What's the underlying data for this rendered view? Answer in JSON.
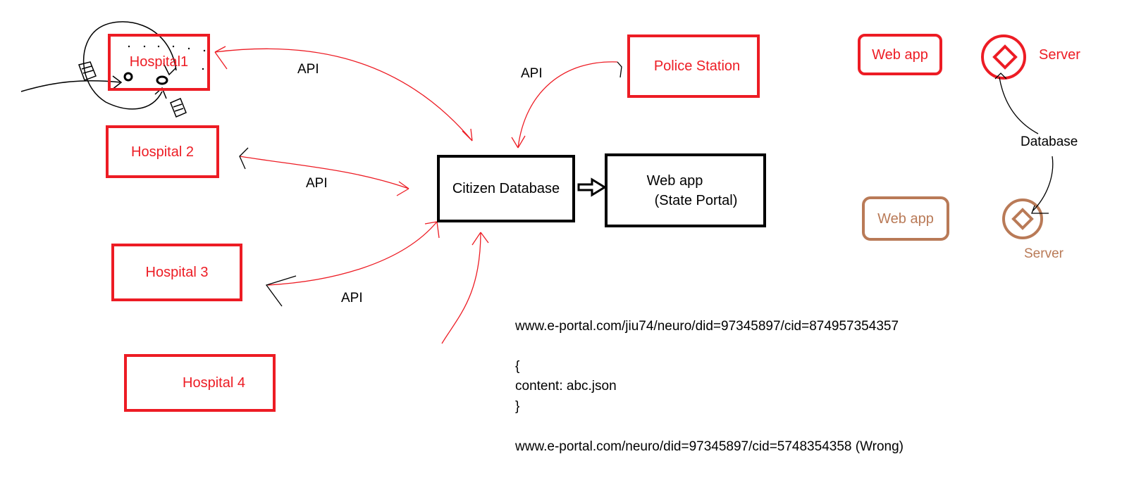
{
  "nodes": {
    "hospital1": "Hospital1",
    "hospital2": "Hospital 2",
    "hospital3": "Hospital 3",
    "hospital4": "Hospital 4",
    "police_station": "Police Station",
    "citizen_database": "Citizen Database",
    "web_app_line1": "Web app",
    "web_app_line2": "(State Portal)"
  },
  "edge_labels": {
    "api_hospital1": "API",
    "api_hospital2": "API",
    "api_hospital3": "API",
    "api_police": "API"
  },
  "legend": {
    "web_app_red": "Web app",
    "server_red": "Server",
    "database": "Database",
    "web_app_brown": "Web app",
    "server_brown": "Server"
  },
  "notes": {
    "url1": "www.e-portal.com/jiu74/neuro/did=97345897/cid=874957354357",
    "brace_open": "{",
    "content_line": "content: abc.json",
    "brace_close": "}",
    "url2": "www.e-portal.com/neuro/did=97345897/cid=5748354358 (Wrong)"
  },
  "colors": {
    "red": "#ed1c24",
    "brown": "#b97a57",
    "black": "#000000"
  }
}
